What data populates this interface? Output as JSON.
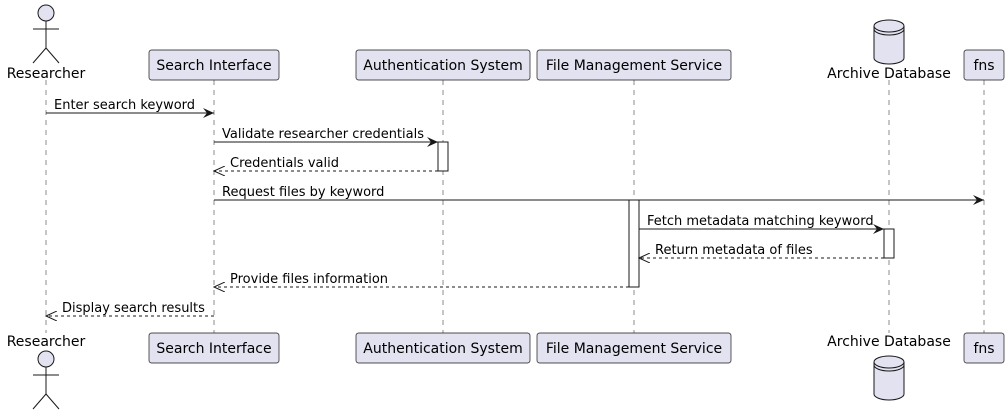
{
  "diagram": {
    "participants": [
      {
        "id": "researcher",
        "label": "Researcher",
        "kind": "actor"
      },
      {
        "id": "search",
        "label": "Search Interface",
        "kind": "participant"
      },
      {
        "id": "auth",
        "label": "Authentication System",
        "kind": "participant"
      },
      {
        "id": "fms",
        "label": "File Management Service",
        "kind": "participant"
      },
      {
        "id": "archive",
        "label": "Archive Database",
        "kind": "database"
      },
      {
        "id": "fns",
        "label": "fns",
        "kind": "participant"
      }
    ],
    "messages": [
      {
        "from": "researcher",
        "to": "search",
        "label": "Enter search keyword",
        "style": "solid"
      },
      {
        "from": "search",
        "to": "auth",
        "label": "Validate researcher credentials",
        "style": "solid"
      },
      {
        "from": "auth",
        "to": "search",
        "label": "Credentials valid",
        "style": "dashed"
      },
      {
        "from": "search",
        "to": "fns",
        "label": "Request files by keyword",
        "style": "solid"
      },
      {
        "from": "fms",
        "to": "archive",
        "label": "Fetch metadata matching keyword",
        "style": "solid"
      },
      {
        "from": "archive",
        "to": "fms",
        "label": "Return metadata of files",
        "style": "dashed"
      },
      {
        "from": "fms",
        "to": "search",
        "label": "Provide files information",
        "style": "dashed"
      },
      {
        "from": "search",
        "to": "researcher",
        "label": "Display search results",
        "style": "dashed"
      }
    ],
    "colors": {
      "participant_fill": "#E2E2F0",
      "line": "#181818",
      "activation_fill": "#FFFFFF"
    }
  }
}
